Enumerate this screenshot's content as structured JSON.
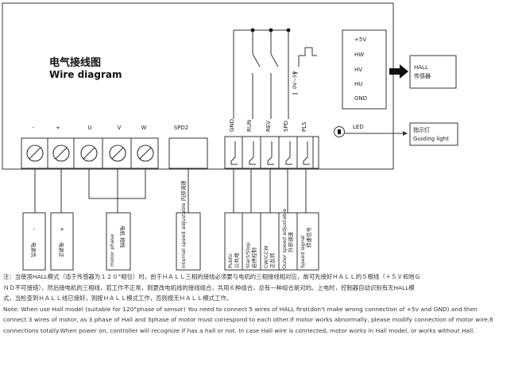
{
  "title": {
    "cn": "电气接线图",
    "en": "Wire diagram"
  },
  "terminals": {
    "power": [
      "-",
      "+",
      "U",
      "V",
      "W"
    ],
    "spd2": "SPD2",
    "control": [
      "GND",
      "RUN",
      "REV",
      "SPD",
      "PLS"
    ]
  },
  "voltage_label": "0V~5V",
  "hall_pins": [
    "+5V",
    "HW",
    "HV",
    "HU",
    "GND"
  ],
  "hall_sensor": {
    "line1": "HALL",
    "line2": "传感器"
  },
  "led_label": "LED",
  "guide": {
    "cn": "指示灯",
    "en": "Guiding light"
  },
  "callouts": {
    "minus": {
      "sym": "-",
      "text": "电源负"
    },
    "plus": {
      "sym": "+",
      "text": "电源正"
    },
    "motor": {
      "cn": "电机 相线",
      "en": "motor phase"
    },
    "spd2": "internal speed adjustable 内部调速",
    "gnd": {
      "en": "Public",
      "cn": "公共地"
    },
    "run": {
      "en": "Start/Stop",
      "cn": "启停控制"
    },
    "rev": {
      "en": "CW/CCW",
      "cn": "正反转"
    },
    "spd": {
      "en": "Outer speed adjustable",
      "cn": "外部调速"
    },
    "pls": {
      "en": "Speed signal",
      "cn": "转速信号"
    }
  },
  "notes": [
    "注：当使用HALL模式（适于传感器为１２０°相位）时，由于ＨＡＬＬ三相的接线必须要与电机的三相接线相对应，故可先接好ＨＡＬＬ的５根线（＋５Ｖ和地Ｇ",
    "ＮＤ不可接错），然后接电机的三相线，若工作不正常，则更改电机线的接线组合，共用６种组合，总有一种组合是对的。上电时，控制器自动识别有无HALL模",
    "式，当检查到ＨＡＬＬ线已接好，则按ＨＡＬＬ模式工作，否则按无ＨＡＬＬ模式工作。",
    "Note: When use Hall model (suitable for 120°phase of sensor) You need to connect 5 wires of HALL first(don't make wrong connection of +5v and GND) and then",
    "connect 3 wires of motor, as 3 phase of Hall and 3phase of motor must correspond to each other.If motor works abnormally, please modify connection of motor wire,6",
    "connections totally.When power on, controller will recognize if has a hall or not. In case Hall wire is connected, motor works in Hall model, or works without Hall."
  ]
}
